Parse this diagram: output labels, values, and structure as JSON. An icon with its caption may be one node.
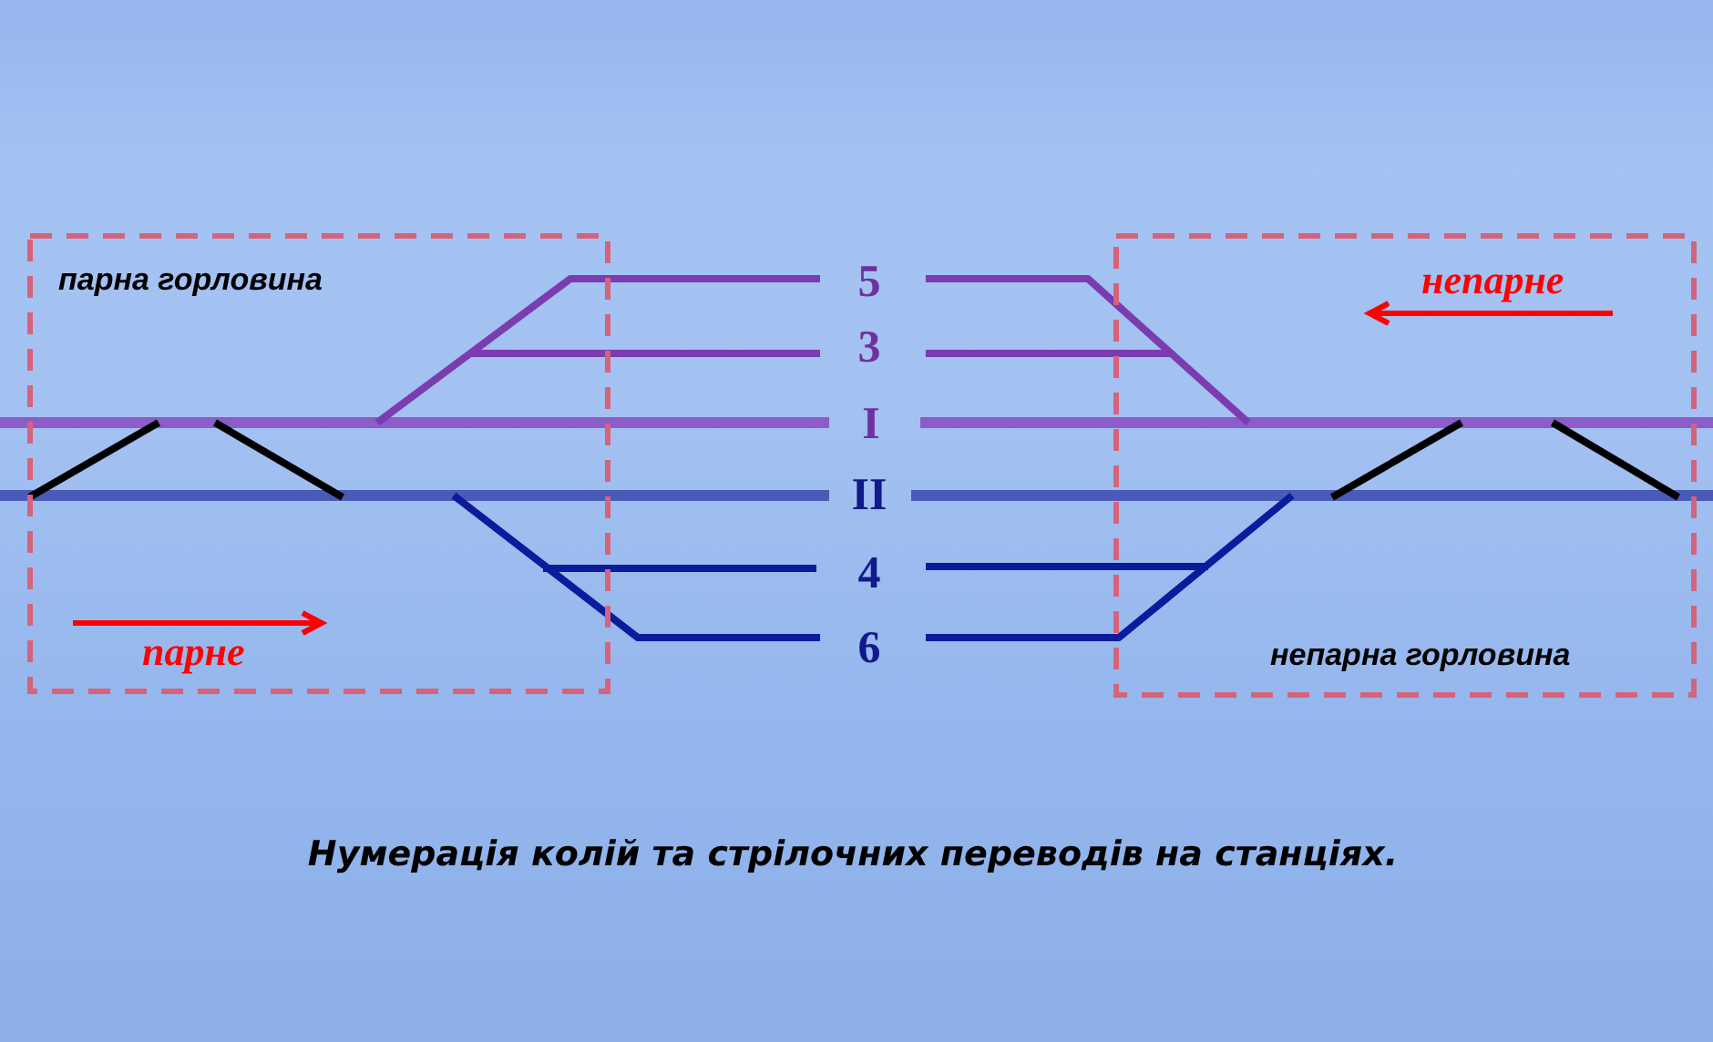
{
  "diagram": {
    "caption": "Нумерація колій та стрілочних переводів на станціях.",
    "nodes": [
      {
        "text": [
          "парна горловина",
          "парне"
        ]
      },
      {
        "text": [
          "непарне",
          "непарна горловина"
        ]
      }
    ],
    "labels": [
      "5",
      "3",
      "I",
      "II",
      "4",
      "6"
    ]
  }
}
